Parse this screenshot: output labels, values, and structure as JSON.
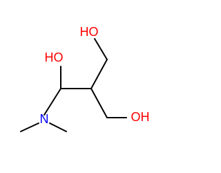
{
  "molecule": {
    "colors": {
      "bond": "#000000",
      "oxygen": "#ff0000",
      "nitrogen": "#0000ff"
    },
    "labels": {
      "oh_left": "HO",
      "oh_top": "HO",
      "oh_right": "OH",
      "n_amine": "N"
    }
  }
}
